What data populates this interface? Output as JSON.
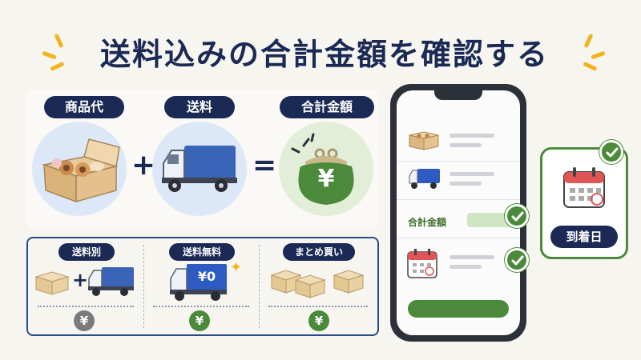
{
  "title": "送料込みの合計金額を確認する",
  "formula": {
    "product_label": "商品代",
    "shipping_label": "送料",
    "total_label": "合計金額",
    "plus": "+",
    "equals": "=",
    "yen_symbol": "¥"
  },
  "options": [
    {
      "label": "送料別",
      "plus": "+",
      "yen": "¥"
    },
    {
      "label": "送料無料",
      "price": "¥0",
      "yen": "¥"
    },
    {
      "label": "まとめ買い",
      "yen": "¥"
    }
  ],
  "phone": {
    "total_label": "合計金額"
  },
  "delivery": {
    "label": "到着日"
  },
  "colors": {
    "navy": "#1b2a55",
    "green": "#4b8a3a",
    "light_green": "#cfe6c2",
    "accent": "#f2b31c",
    "gray_yen": "#7b7b7b"
  },
  "icons": [
    "cake-box-icon",
    "truck-icon",
    "coin-purse-icon",
    "calendar-icon",
    "check-icon",
    "sparkle-icon"
  ]
}
